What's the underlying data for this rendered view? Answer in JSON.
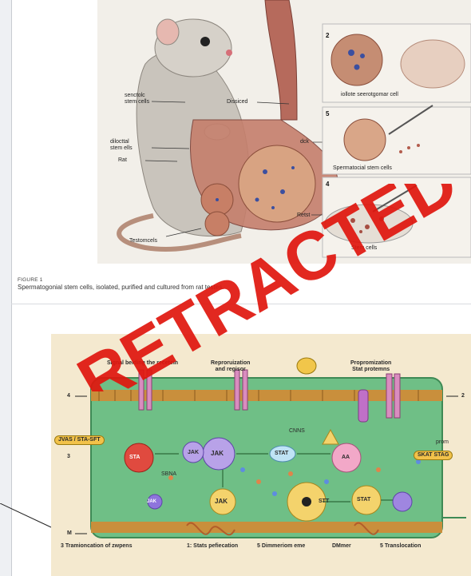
{
  "figure1": {
    "labels": {
      "senolytic": "senctolc\nstem cells",
      "dissected": "Dissiced",
      "dilocted": "dilocttal\nstem ells",
      "rat": "Rat",
      "testomcels": "Testomcels",
      "dck": "dck",
      "retst": "Retst",
      "isolated": "iollote seerotgomar cell",
      "spermatocial": "Spermatocial stem cells",
      "stem_cells": "Stem cells"
    },
    "panel_numbers": [
      "2",
      "5",
      "4"
    ],
    "caption_label": "FIGURE 1",
    "caption_text": "Spermatogonial stem cells, isolated, purified and cultured from rat testes."
  },
  "figure2": {
    "top_left": "Signal beiding the recetein",
    "top_mid": "Reproruization\nand regisor",
    "top_right": "Propromization\nStat protemns",
    "side_left_top": "4",
    "side_right_top": "2",
    "side_left_mid": "3",
    "side_left_low": "M",
    "badge_left": "JVAS / STA-SFT",
    "badge_right": "SKAT STAG",
    "prom": "prom",
    "jak1": "JAK",
    "jak2": "JAK",
    "jak3": "JAK",
    "jak4": "JAK",
    "stat1": "STA",
    "stat2": "STAT",
    "stat3": "STAT",
    "stt": "STT",
    "aa": "AA",
    "cnns": "CNNS",
    "sbna": "SBNA",
    "bottom": [
      "3  Tramioncation of zwpens",
      "1: Stats pefiecation",
      "5 Dimmeriom eme",
      "DMmer",
      "5 Translocation"
    ]
  },
  "stamp_text": "RETRACTED",
  "colors": {
    "stamp": "#e0160e",
    "membrane": "#c98f3c",
    "cell": "#6fbf86",
    "background": "#f4e9cf"
  }
}
